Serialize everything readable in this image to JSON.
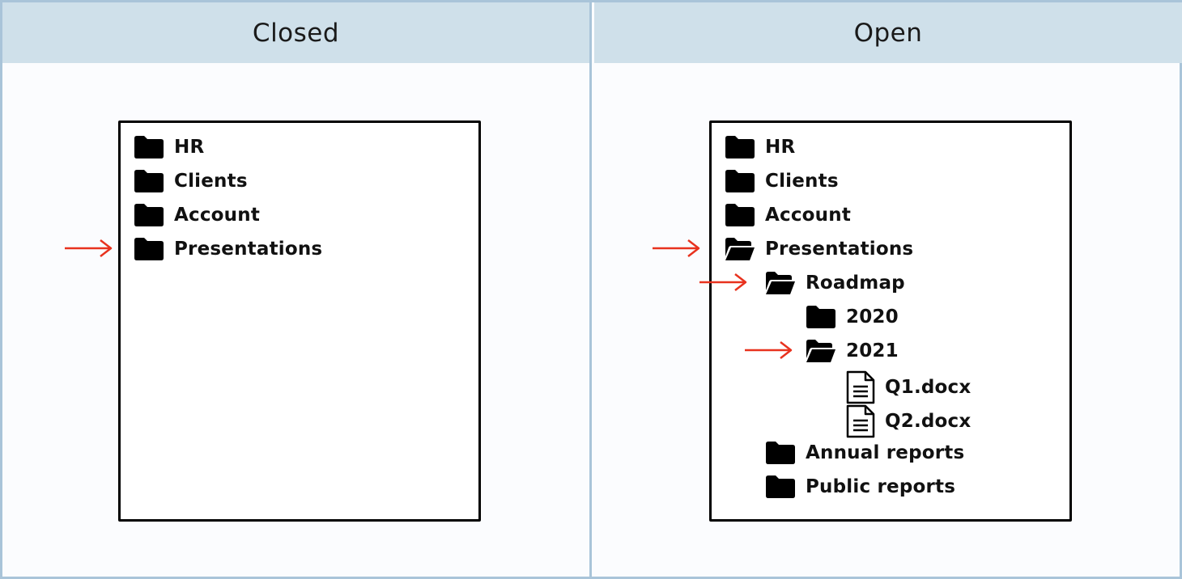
{
  "columns": {
    "closed": {
      "header": "Closed",
      "items": [
        {
          "label": "HR",
          "icon": "folder-icon"
        },
        {
          "label": "Clients",
          "icon": "folder-icon"
        },
        {
          "label": "Account",
          "icon": "folder-icon"
        },
        {
          "label": "Presentations",
          "icon": "folder-icon",
          "indicated": true
        }
      ]
    },
    "open": {
      "header": "Open",
      "items": [
        {
          "label": "HR",
          "icon": "folder-icon",
          "level": 0
        },
        {
          "label": "Clients",
          "icon": "folder-icon",
          "level": 0
        },
        {
          "label": "Account",
          "icon": "folder-icon",
          "level": 0
        },
        {
          "label": "Presentations",
          "icon": "open-folder-icon",
          "level": 0,
          "indicated": true
        },
        {
          "label": "Roadmap",
          "icon": "open-folder-icon",
          "level": 1,
          "indicated": true
        },
        {
          "label": "2020",
          "icon": "folder-icon",
          "level": 2
        },
        {
          "label": "2021",
          "icon": "open-folder-icon",
          "level": 2,
          "indicated": true
        },
        {
          "label": "Q1.docx",
          "icon": "document-icon",
          "level": 3
        },
        {
          "label": "Q2.docx",
          "icon": "document-icon",
          "level": 3
        },
        {
          "label": "Annual reports",
          "icon": "folder-icon",
          "level": 1
        },
        {
          "label": "Public reports",
          "icon": "folder-icon",
          "level": 1
        }
      ]
    }
  },
  "colors": {
    "header_bg": "#cfe0ea",
    "border": "#a9c4d9",
    "arrow": "#e8321e"
  }
}
